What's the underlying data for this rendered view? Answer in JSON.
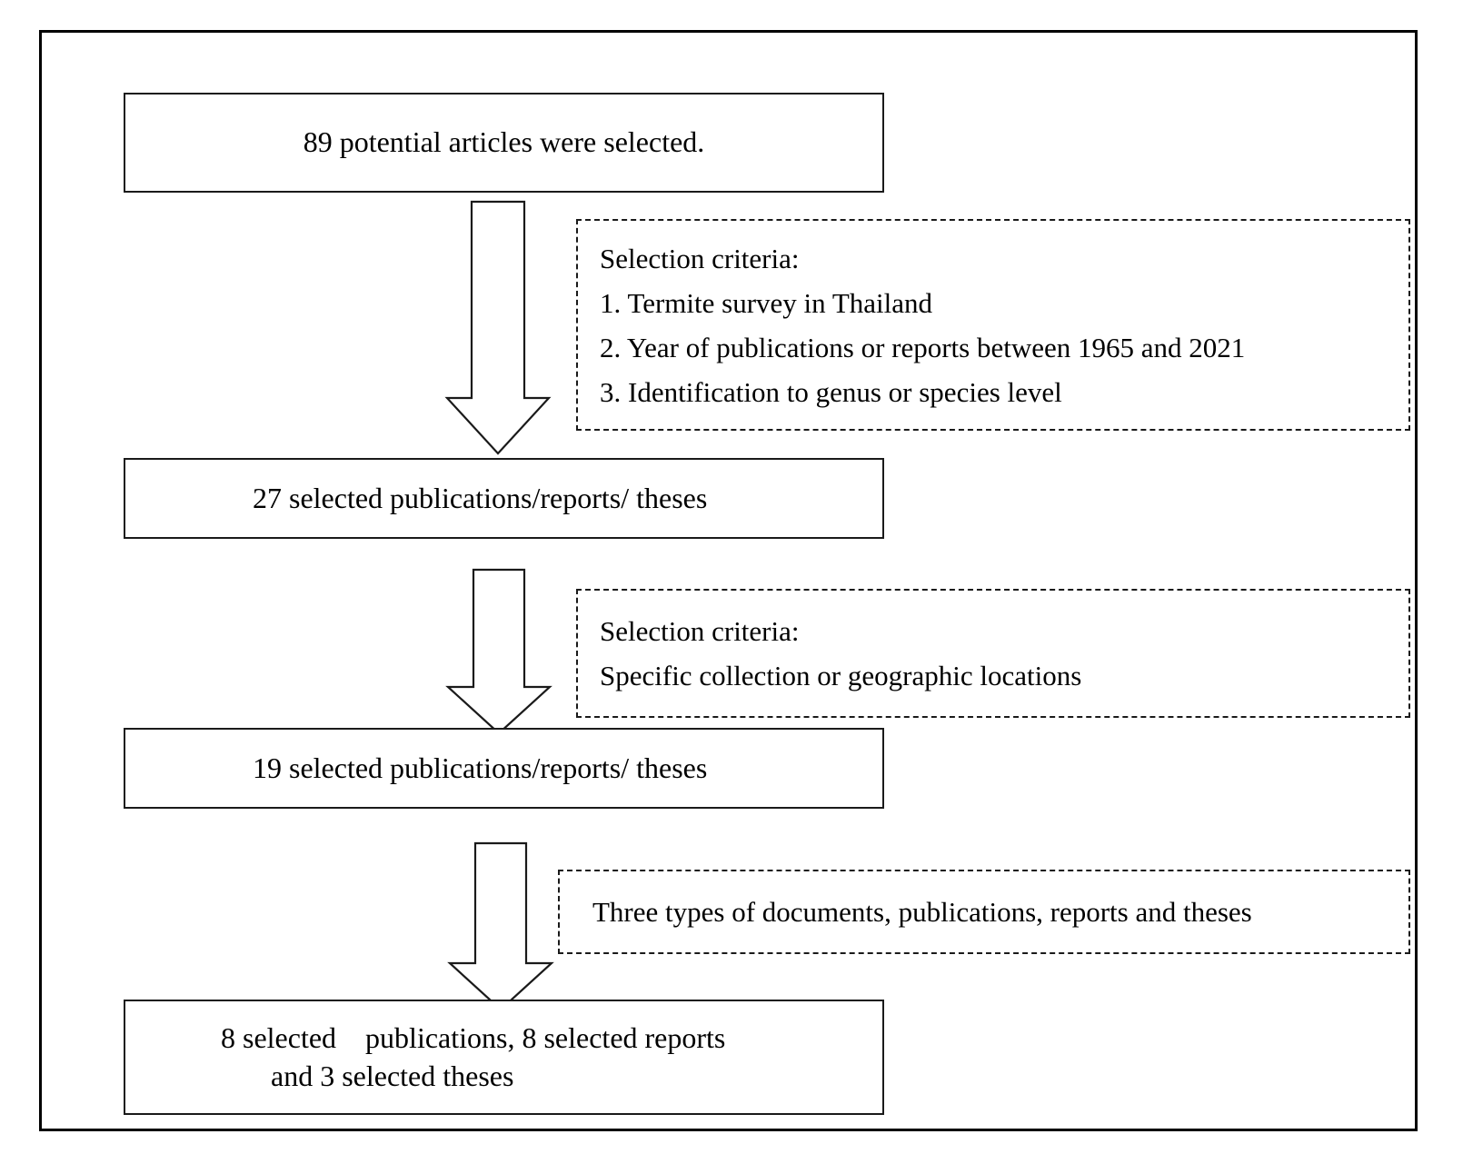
{
  "diagram": {
    "title": "Literature selection flowchart",
    "type": "flowchart",
    "nodes": [
      {
        "id": "box-89",
        "kind": "process",
        "text": "89 potential articles were selected."
      },
      {
        "id": "box-27",
        "kind": "process",
        "text": "27 selected publications/reports/ theses"
      },
      {
        "id": "box-19",
        "kind": "process",
        "text": "19 selected publications/reports/ theses"
      },
      {
        "id": "box-final",
        "kind": "process",
        "line_1": "8 selected    publications, 8 selected reports",
        "line_2": "and 3 selected theses"
      }
    ],
    "criteria": [
      {
        "id": "criteria-1",
        "kind": "annotation",
        "heading": "Selection criteria:",
        "items": [
          "1. Termite survey in Thailand",
          "2. Year of publications or reports between 1965 and 2021",
          "3. Identification to genus or species level"
        ]
      },
      {
        "id": "criteria-2",
        "kind": "annotation",
        "heading": "Selection criteria:",
        "items": [
          "Specific collection or geographic locations"
        ]
      },
      {
        "id": "criteria-3",
        "kind": "annotation",
        "text": "Three types of documents, publications, reports and theses"
      }
    ],
    "connectors": [
      {
        "id": "arrow-1",
        "shape": "down-block-arrow",
        "from": "box-89",
        "to": "box-27"
      },
      {
        "id": "arrow-2",
        "shape": "down-block-arrow",
        "from": "box-27",
        "to": "box-19"
      },
      {
        "id": "arrow-3",
        "shape": "down-block-arrow",
        "from": "box-19",
        "to": "box-final"
      }
    ],
    "colors": {
      "stroke": "#1a1a1a",
      "frame": "#000000",
      "background": "#ffffff",
      "text": "#000000"
    }
  }
}
